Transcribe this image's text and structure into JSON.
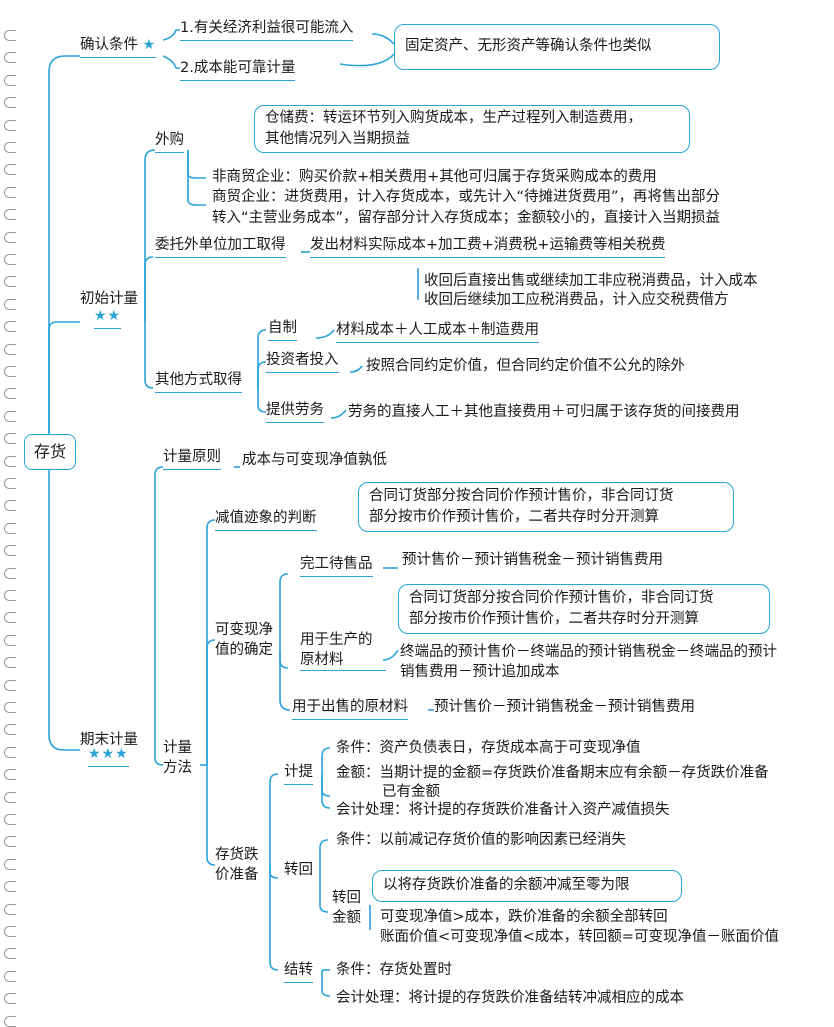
{
  "root": "存货",
  "recognition": {
    "title": "确认条件",
    "stars": "★",
    "item1": "1.有关经济利益很可能流入",
    "item2": "2.成本能可靠计量",
    "note": "固定资产、无形资产等确认条件也类似"
  },
  "initial": {
    "title": "初始计量",
    "stars": "★★",
    "purchase": {
      "title": "外购",
      "note1": "仓储费：转运环节列入购货成本，生产过程列入制造费用，",
      "note2": "其他情况列入当期损益",
      "non_trade": "非商贸企业：购买价款+相关费用+其他可归属于存货采购成本的费用",
      "trade1": "商贸企业：进货费用，计入存货成本，或先计入“待摊进货费用”，再将售出部分",
      "trade2": "转入“主营业务成本”，留存部分计入存货成本；金额较小的，直接计入当期损益"
    },
    "outsourced": {
      "title": "委托外单位加工取得",
      "formula": "发出材料实际成本+加工费+消费税+运输费等相关税费",
      "note1": "收回后直接出售或继续加工非应税消费品，计入成本",
      "note2": "收回后继续加工应税消费品，计入应交税费借方"
    },
    "other": {
      "title": "其他方式取得",
      "self_made": "自制",
      "self_made_formula": "材料成本＋人工成本＋制造费用",
      "investor": "投资者投入",
      "investor_text": "按照合同约定价值，但合同约定价值不公允的除外",
      "labor": "提供劳务",
      "labor_text": "劳务的直接人工＋其他直接费用＋可归属于该存货的间接费用"
    }
  },
  "period_end": {
    "title": "期末计量",
    "stars": "★★★",
    "principle": "计量原则",
    "principle_text": "成本与可变现净值孰低",
    "method": "计量方法",
    "impairment_sign": "减值迹象的判断",
    "contract_note1a": "合同订货部分按合同价作预计售价，非合同订货",
    "contract_note1b": "部分按市价作预计售价，二者共存时分开测算",
    "nrv_title": "可变现净值的确定",
    "finished": "完工待售品",
    "finished_formula": "预计售价－预计销售税金－预计销售费用",
    "contract_note2a": "合同订货部分按合同价作预计售价，非合同订货",
    "contract_note2b": "部分按市价作预计售价，二者共存时分开测算",
    "production_material": "用于生产的原材料",
    "production_formula1": "终端品的预计售价－终端品的预计销售税金－终端品的预计",
    "production_formula2": "销售费用－预计追加成本",
    "sale_material": "用于出售的原材料",
    "sale_formula": "预计售价－预计销售税金－预计销售费用",
    "allowance": "存货跌价准备",
    "accrue": {
      "title": "计提",
      "condition": "条件：资产负债表日，存货成本高于可变现净值",
      "amount1": "金额：当期计提的金额=存货跌价准备期末应有余额－存货跌价准备",
      "amount2": "已有金额",
      "accounting": "会计处理：将计提的存货跌价准备计入资产减值损失"
    },
    "reverse": {
      "title": "转回",
      "condition": "条件：以前减记存货价值的影响因素已经消失",
      "amount_title": "转回金额",
      "limit_note": "以将存货跌价准备的余额冲减至零为限",
      "case1": "可变现净值>成本，跌价准备的余额全部转回",
      "case2": "账面价值<可变现净值<成本，转回额=可变现净值－账面价值"
    },
    "transfer": {
      "title": "结转",
      "condition": "条件：存货处置时",
      "accounting": "会计处理：将计提的存货跌价准备结转冲减相应的成本"
    }
  }
}
